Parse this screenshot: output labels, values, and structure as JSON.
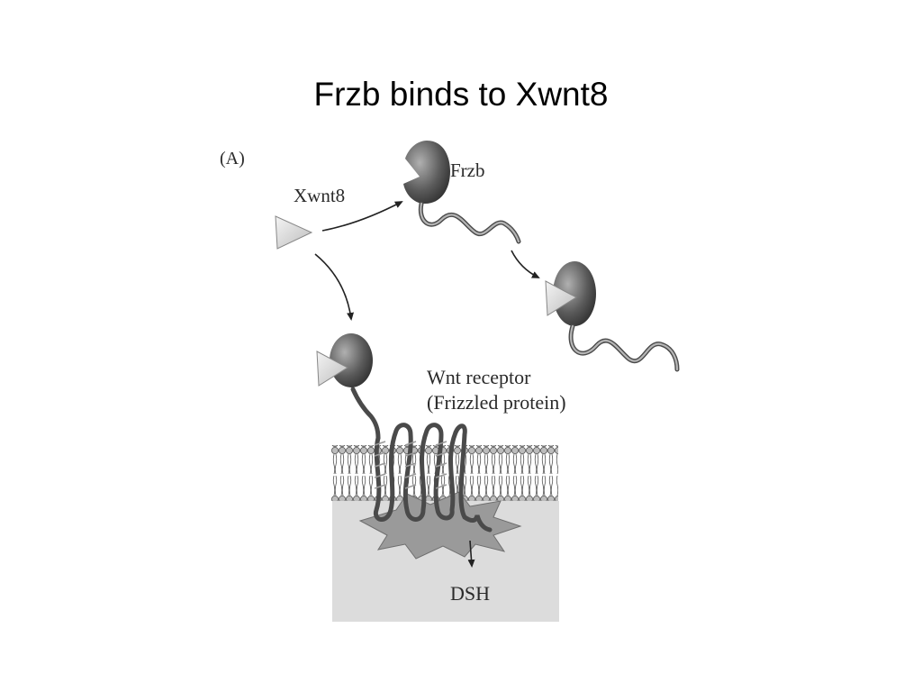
{
  "slide": {
    "title": "Frzb binds to Xwnt8"
  },
  "figure": {
    "panel_label": "(A)",
    "labels": {
      "ligand": "Xwnt8",
      "antagonist": "Frzb",
      "receptor_line1": "Wnt receptor",
      "receptor_line2": "(Frizzled protein)",
      "downstream": "DSH"
    },
    "colors": {
      "membrane_fill": "#d2d2d2",
      "cytoplasm_fill": "#dcdcdc",
      "star_fill": "#9a9a9a",
      "protein_dark": "#4a4a4a",
      "protein_light": "#9e9e9e",
      "ligand_fill": "#e4e4e4"
    }
  }
}
